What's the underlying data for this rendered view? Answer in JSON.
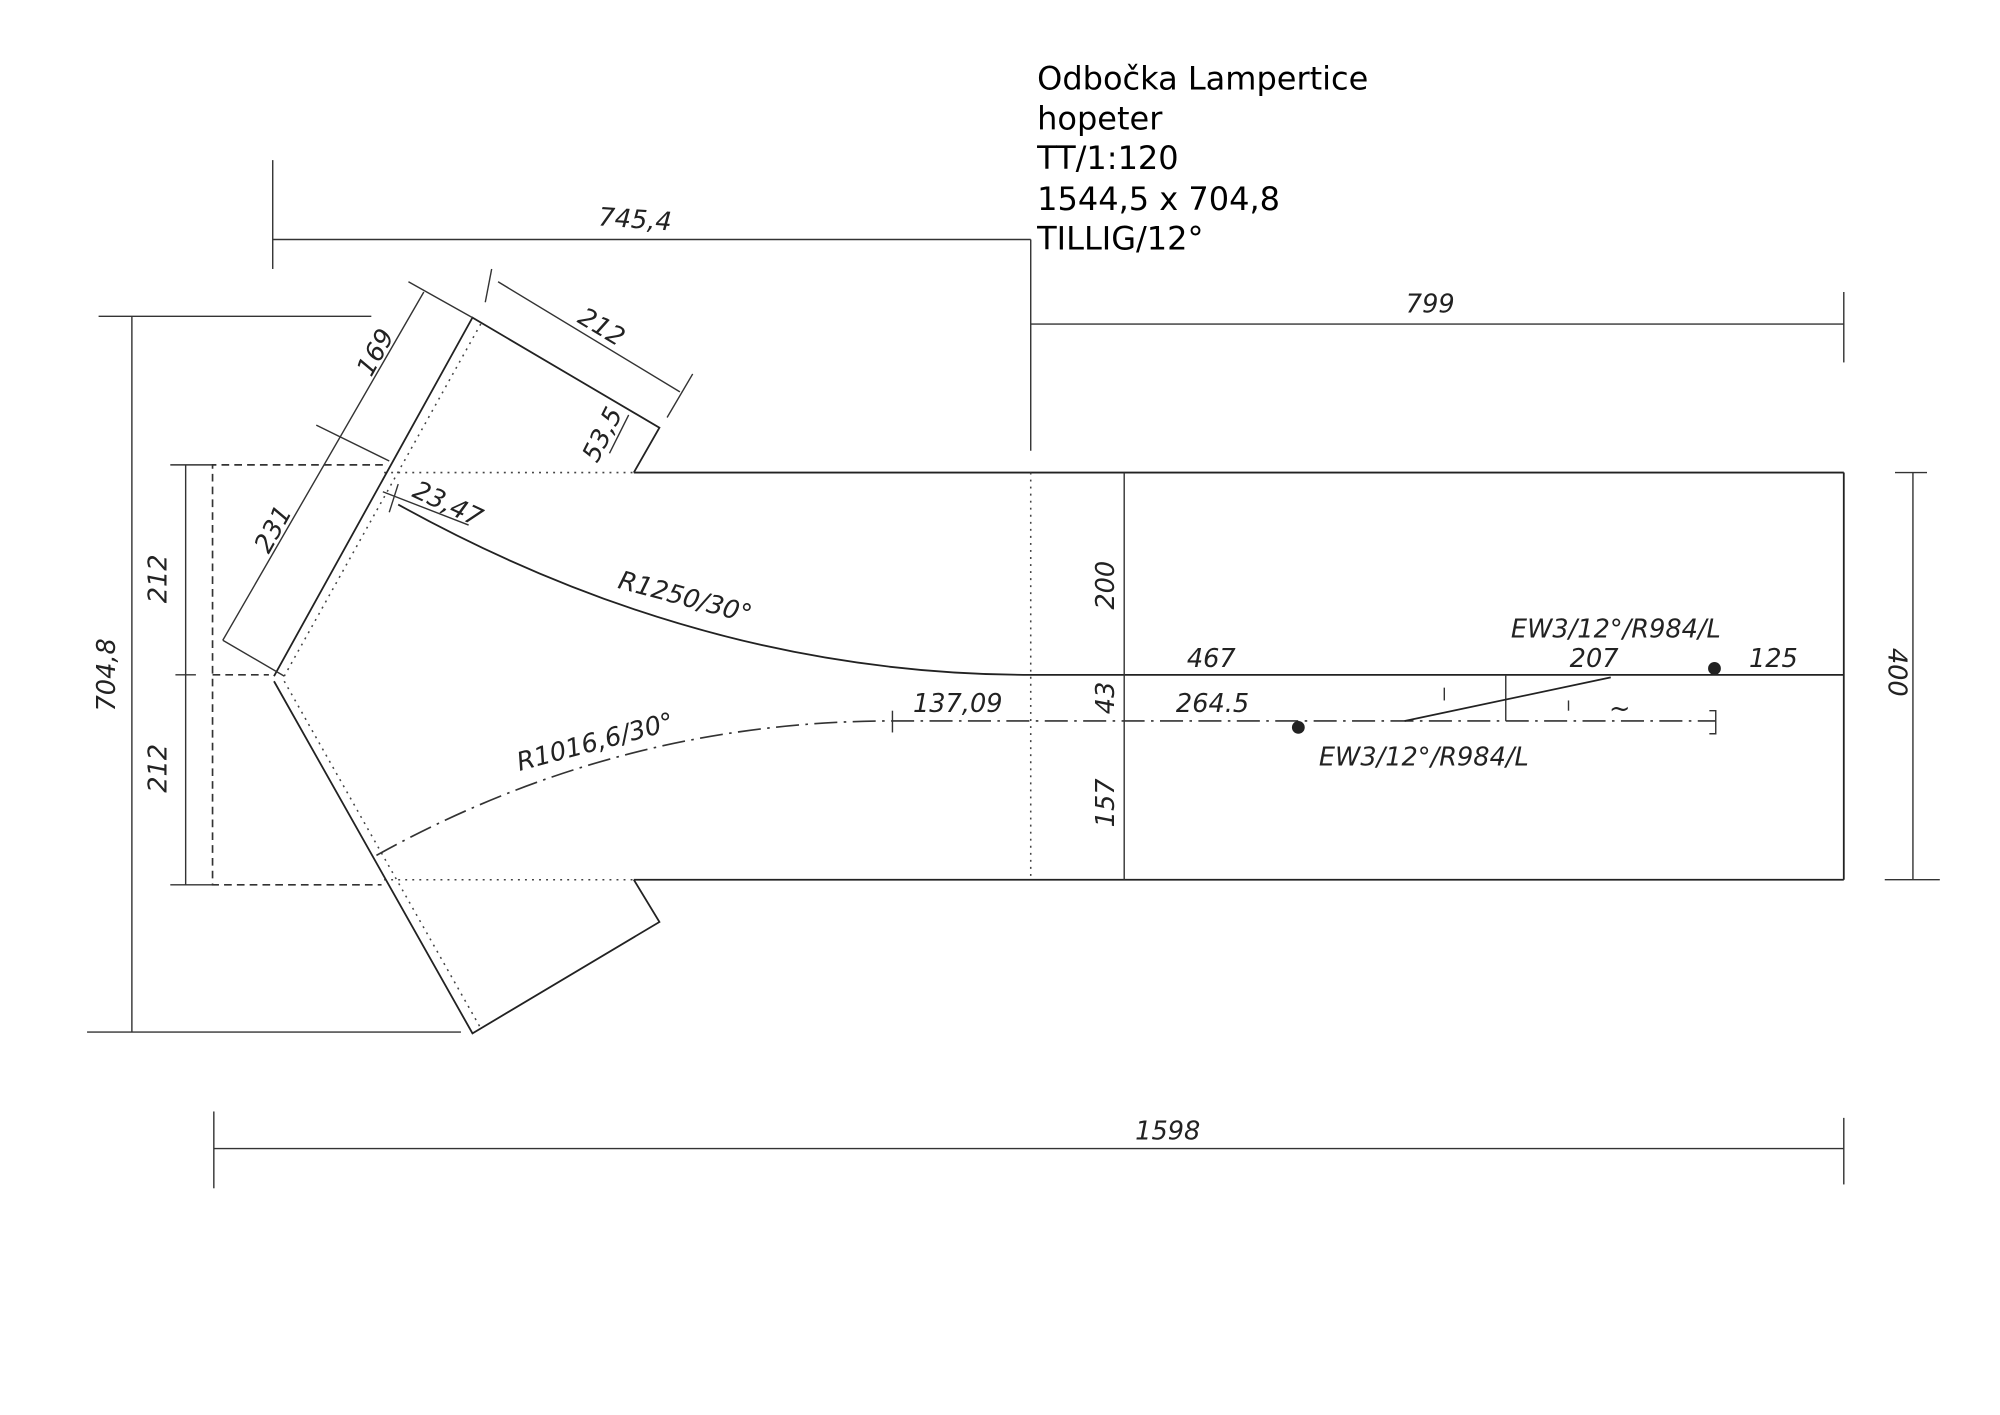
{
  "title_block": {
    "line1": "Odbočka Lampertice",
    "line2": "hopeter",
    "line3": "TT/1:120",
    "line4": "1544,5 x 704,8",
    "line5": "TILLIG/12°"
  },
  "dimensions": {
    "d745": "745,4",
    "d799": "799",
    "d212_top": "212",
    "d169": "169",
    "d53": "53,5",
    "d231": "231",
    "d2347": "23,47",
    "d212_left_upper": "212",
    "d212_left_lower": "212",
    "d704": "704,8",
    "d200": "200",
    "d43": "43",
    "d157": "157",
    "d400": "400",
    "d467": "467",
    "d207": "207",
    "d125": "125",
    "d2645": "264.5",
    "d13709": "137,09",
    "d1598": "1598"
  },
  "labels": {
    "r1250": "R1250/30°",
    "r1016": "R1016,6/30°",
    "turnout_upper": "EW3/12°/R984/L",
    "turnout_lower": "EW3/12°/R984/L",
    "tilde": "~"
  }
}
